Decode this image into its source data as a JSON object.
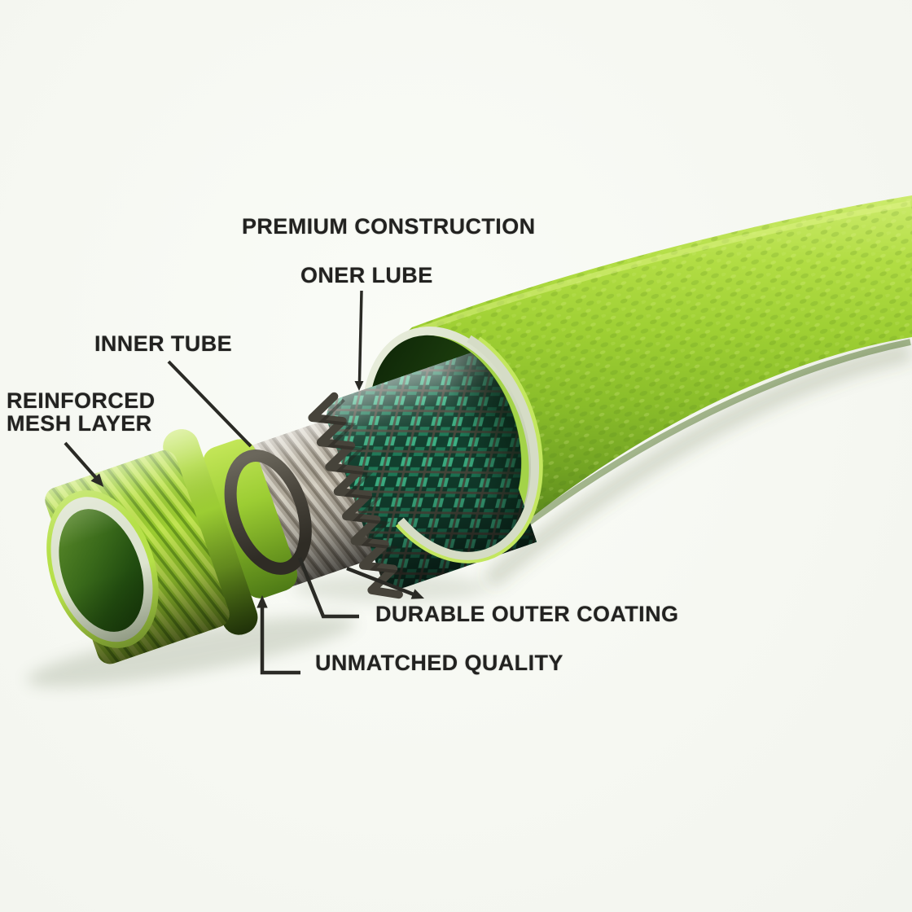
{
  "image_type": "product-construction-infographic",
  "subject": "garden hose cutaway layers diagram",
  "background_color": "#f6f8f2",
  "text_color": "#222220",
  "leader_line_color": "#2a2a25",
  "labels": {
    "premium_construction": "PREMIUM CONSTRUCTION",
    "oner_lube": "ONER LUBE",
    "inner_tube": "INNER TUBE",
    "reinforced_mesh": {
      "line1": "REINFORCED",
      "line2": "MESH LAYER"
    },
    "durable_outer_coating": "DURABLE OUTER COATING",
    "unmatched_quality": "UNMATCHED QUALITY"
  },
  "hose_colors": {
    "outer_coating_green": "#9ecf33",
    "outer_highlight": "#cdeb6d",
    "outer_shadow": "#55821a",
    "cut_rim_pale": "#d8dfc9",
    "cavity_dark_green": "#16300b",
    "cavity_lip_bright": "#a3d348",
    "mesh_teal": "#2f9e74",
    "mesh_teal_bright": "#3cb184",
    "mesh_teal_dark": "#14543e",
    "mesh_band_gray": "#46433a",
    "inner_tube_taupe": "#b2ab9d",
    "gasket_ring_dark": "#4a463d",
    "fitting_green": "#a9d838",
    "fitting_face_pale": "#dde4cf",
    "fitting_hole_green": "#39691a"
  }
}
